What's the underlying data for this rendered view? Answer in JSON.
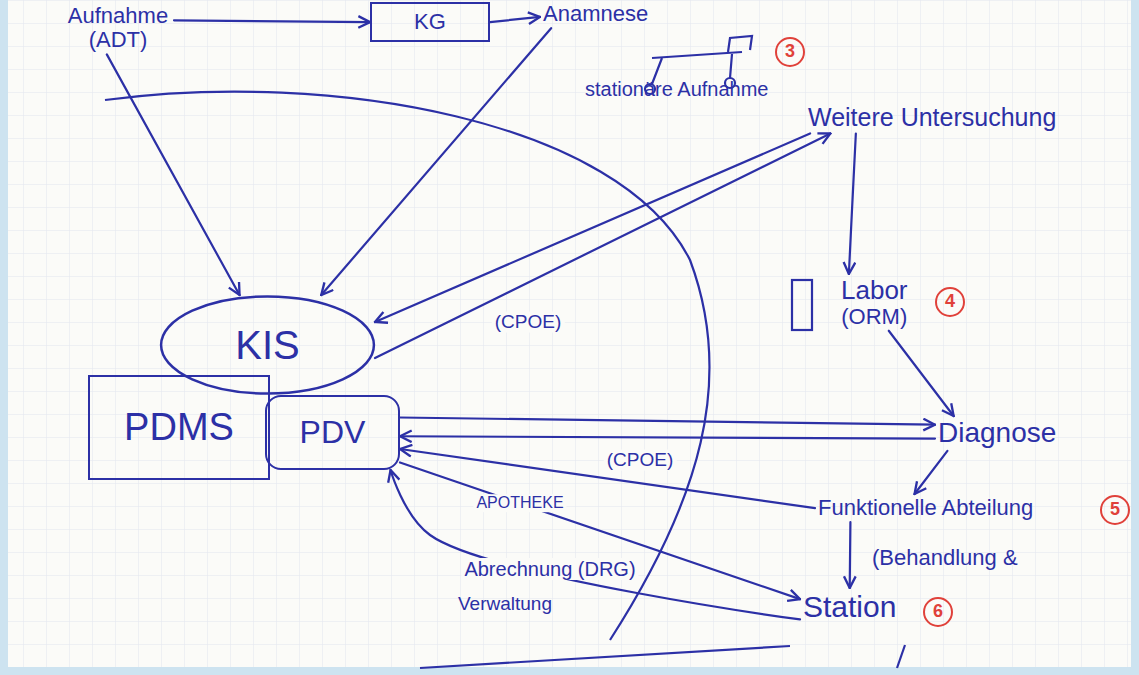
{
  "diagram": {
    "nodes": [
      {
        "text": [
          "Aufnahme (ADT)"
        ]
      },
      {
        "text": [
          "KG"
        ]
      },
      {
        "text": [
          "Anamnese"
        ]
      },
      {
        "text": [
          "Weitere Untersuchung"
        ]
      },
      {
        "text": [
          "Labor",
          "(ORM)"
        ]
      },
      {
        "text": [
          "KIS"
        ]
      },
      {
        "text": [
          "PDMS"
        ]
      },
      {
        "text": [
          "PDV"
        ]
      },
      {
        "text": [
          "Diagnose"
        ]
      },
      {
        "text": [
          "Funktionelle Abteilung"
        ]
      },
      {
        "text": [
          "Station"
        ]
      }
    ],
    "edges": [
      {
        "from": 0,
        "to": 1,
        "arrow": "to"
      },
      {
        "from": 1,
        "to": 2,
        "arrow": "to"
      },
      {
        "from": 0,
        "to": 5,
        "arrow": "to"
      },
      {
        "from": 2,
        "to": 5,
        "arrow": "to"
      },
      {
        "from": 5,
        "to": 3,
        "label": "(CPOE)",
        "arrow": "to"
      },
      {
        "from": 3,
        "to": 5,
        "arrow": "to"
      },
      {
        "from": 3,
        "to": 4,
        "arrow": "to"
      },
      {
        "from": 7,
        "to": 8,
        "arrow": "to"
      },
      {
        "from": 8,
        "to": 7,
        "label": "(CPOE)",
        "arrow": "to"
      },
      {
        "from": 4,
        "to": 8,
        "arrow": "to"
      },
      {
        "from": 8,
        "to": 9,
        "arrow": "to"
      },
      {
        "from": 9,
        "to": 10,
        "arrow": "to"
      },
      {
        "from": 7,
        "to": 10,
        "label": "APOTHEKE",
        "arrow": "to"
      },
      {
        "from": 9,
        "to": 7,
        "arrow": "to"
      },
      {
        "from": 10,
        "to": 7,
        "label": "Abrechnung (DRG)",
        "arrow": "to"
      }
    ],
    "labels": [
      "3",
      "stationäre Aufnahme",
      "4",
      "5",
      "(Behandlung &",
      "6",
      "Verwaltung"
    ]
  }
}
